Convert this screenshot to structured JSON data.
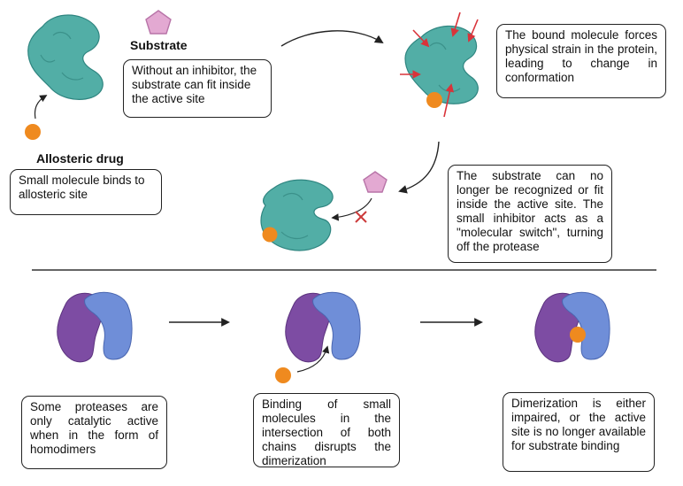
{
  "labels": {
    "substrate": "Substrate",
    "allosteric_drug": "Allosteric drug"
  },
  "boxes": {
    "without_inhibitor": "Without an inhibitor, the substrate can fit inside the active site",
    "small_molecule_binds": "Small molecule binds to allosteric site",
    "strain": "The bound molecule forces physical strain in the protein, leading to change in conformation",
    "molecular_switch": "The substrate can no longer be recognized or fit inside the active site. The small inhibitor acts as a \"molecular switch\", turning off the protease",
    "homodimers": "Some proteases are only catalytic active when in the form of homodimers",
    "binding_intersection": "Binding of small molecules in the intersection of both chains disrupts the dimerization",
    "dimerization_impaired": "Dimerization is either impaired, or the active site is no longer available for substrate binding"
  },
  "colors": {
    "protein_teal": "#52aea6",
    "protein_teal_dark": "#2f8580",
    "purple_chain": "#7d4ca3",
    "blue_chain": "#6f8ed8",
    "drug_orange": "#ef8a1f",
    "substrate_pink": "#e3a9d2",
    "strain_arrow_red": "#d9333a",
    "block_x_red": "#cc3b3b"
  },
  "icons": [
    "protein-blob",
    "pentagon-substrate",
    "orange-circle-drug",
    "red-x-block",
    "arrow"
  ]
}
